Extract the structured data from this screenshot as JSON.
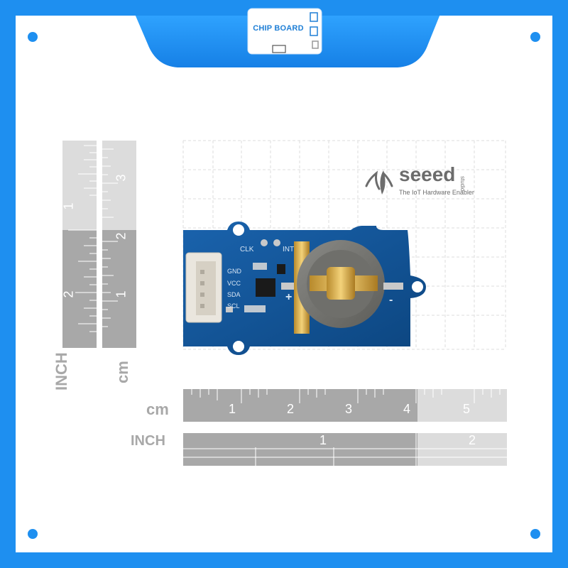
{
  "badge": {
    "label": "CHIP BOARD"
  },
  "logo": {
    "name": "seeed",
    "tagline": "The IoT Hardware Enabler",
    "suffix": "studio"
  },
  "board": {
    "silkscreen": [
      "CLK",
      "INT",
      "GND",
      "VCC",
      "SDA",
      "SCL"
    ],
    "polarity_plus": "+",
    "polarity_minus": "-"
  },
  "ruler_left": {
    "cm_unit": "cm",
    "inch_unit": "INCH",
    "cm_ticks": [
      "1",
      "2",
      "3"
    ],
    "inch_ticks": [
      "1",
      "2"
    ]
  },
  "ruler_bottom": {
    "cm_unit": "cm",
    "inch_unit": "INCH",
    "cm_ticks": [
      "1",
      "2",
      "3",
      "4",
      "5"
    ],
    "inch_ticks": [
      "1",
      "2"
    ]
  },
  "colors": {
    "frame_blue": "#1e8ff0",
    "pcb_blue": "#0f4f92",
    "ruler_dark": "#a8a8a8",
    "ruler_light": "#dcdcdc",
    "badge_text": "#1f7fd6"
  }
}
